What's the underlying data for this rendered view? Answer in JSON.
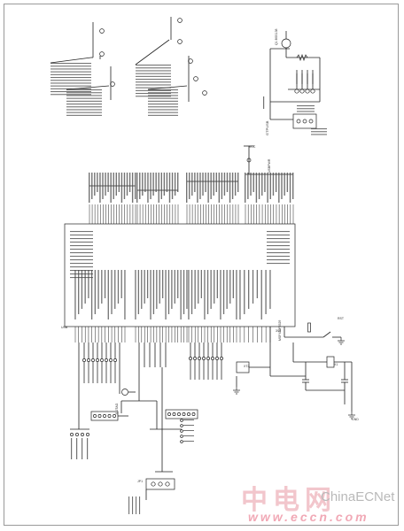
{
  "schematic": {
    "ic_name": "MSP430F5529",
    "connector_label": "GTPUSB",
    "usb_label": "USB",
    "jumper_label": "USBPWR",
    "transistor_label": "Q1 BSS138",
    "jtag_label": "J1 JTAG",
    "crystal_label": "X1",
    "oscillator_label": "XT2",
    "reset_label": "RST",
    "ground_label": "GND",
    "vcc_label": "VCC",
    "power_label": "3V3",
    "header_label": "JP1"
  },
  "watermark": {
    "chinese": "中电网",
    "english": "ChinaECNet",
    "url": "www.eccn.com"
  },
  "colors": {
    "line": "#222222",
    "frame": "#9a9a9a",
    "watermark_red": "#f2c6cc",
    "watermark_gray": "#b9b9b9"
  }
}
